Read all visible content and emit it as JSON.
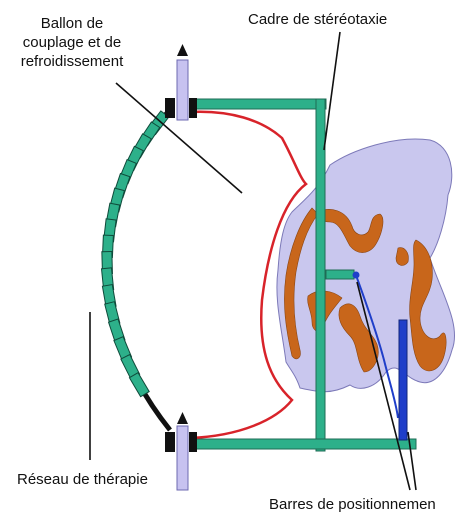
{
  "labels": {
    "balloon": [
      "Ballon de",
      "couplage et de",
      "refroidissement"
    ],
    "frame": "Cadre de stéréotaxie",
    "array": "Réseau de thérapie",
    "bars": "Barres de positionnemen"
  },
  "colors": {
    "frame": "#2db08a",
    "frame_stroke": "#1e6b54",
    "elements": "#2db08a",
    "balloon_outline": "#d8232a",
    "arc": "#111111",
    "tissue": "#c9c7ee",
    "tissue_stroke": "#7c79b8",
    "brain_structure": "#c8661b",
    "arrow_shaft": "#c7c2f0",
    "positioning_bar": "#1f3ec9",
    "leader": "#111111"
  }
}
